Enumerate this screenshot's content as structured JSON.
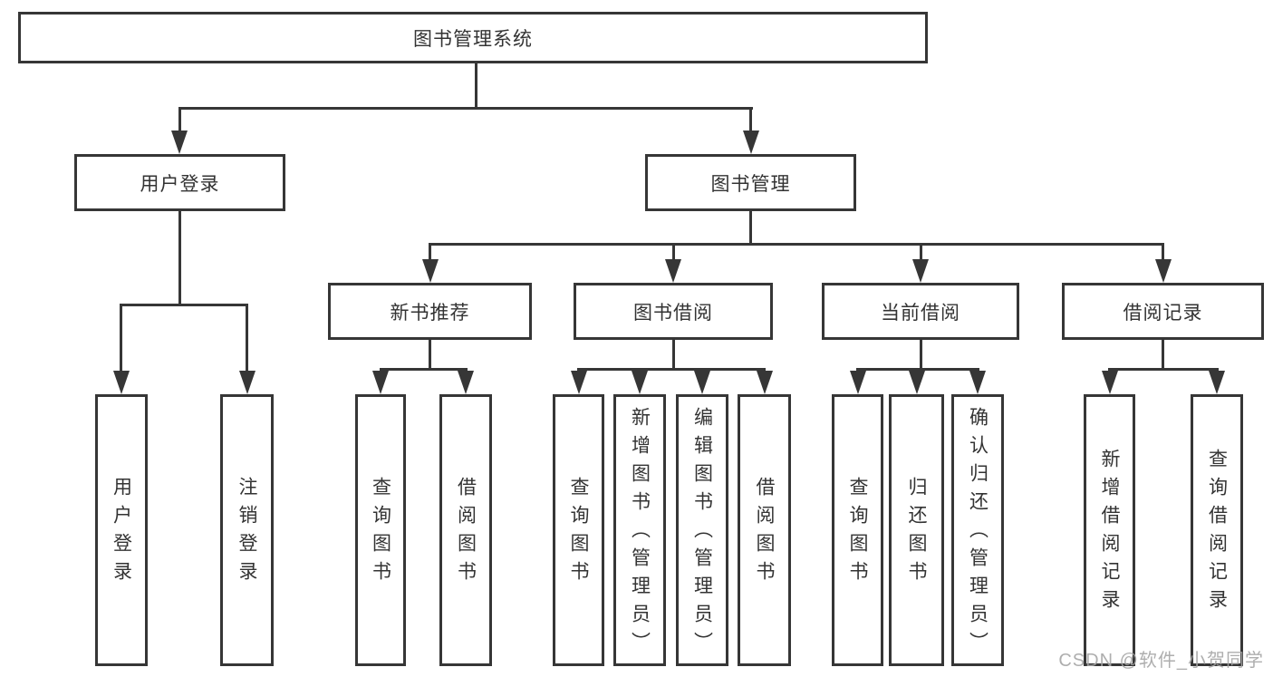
{
  "diagram": {
    "type": "hierarchy-tree",
    "nodes": {
      "root": {
        "label": "图书管理系统"
      },
      "user_login": {
        "label": "用户登录"
      },
      "book_mgmt": {
        "label": "图书管理"
      },
      "new_book_rec": {
        "label": "新书推荐"
      },
      "book_borrow": {
        "label": "图书借阅"
      },
      "current_borrow": {
        "label": "当前借阅"
      },
      "borrow_records": {
        "label": "借阅记录"
      },
      "leaf_user_login": {
        "label": "用户登录"
      },
      "leaf_logout": {
        "label": "注销登录"
      },
      "leaf_query_book_1": {
        "label": "查询图书"
      },
      "leaf_borrow_book_1": {
        "label": "借阅图书"
      },
      "leaf_query_book_2": {
        "label": "查询图书"
      },
      "leaf_add_book": {
        "label": "新增图书（管理员）"
      },
      "leaf_edit_book": {
        "label": "编辑图书（管理员）"
      },
      "leaf_borrow_book_2": {
        "label": "借阅图书"
      },
      "leaf_query_book_3": {
        "label": "查询图书"
      },
      "leaf_return_book": {
        "label": "归还图书"
      },
      "leaf_confirm_return": {
        "label": "确认归还（管理员）"
      },
      "leaf_add_record": {
        "label": "新增借阅记录"
      },
      "leaf_query_record": {
        "label": "查询借阅记录"
      }
    },
    "hierarchy": {
      "图书管理系统": {
        "用户登录": [
          "用户登录",
          "注销登录"
        ],
        "图书管理": {
          "新书推荐": [
            "查询图书",
            "借阅图书"
          ],
          "图书借阅": [
            "查询图书",
            "新增图书（管理员）",
            "编辑图书（管理员）",
            "借阅图书"
          ],
          "当前借阅": [
            "查询图书",
            "归还图书",
            "确认归还（管理员）"
          ],
          "借阅记录": [
            "新增借阅记录",
            "查询借阅记录"
          ]
        }
      }
    },
    "colors": {
      "line": "#363636",
      "text": "#333333",
      "box_background": "#ffffff",
      "page_background": "#ffffff",
      "watermark": "#a5a5a5"
    }
  },
  "watermark": {
    "text": "CSDN @软件_小贺同学"
  }
}
